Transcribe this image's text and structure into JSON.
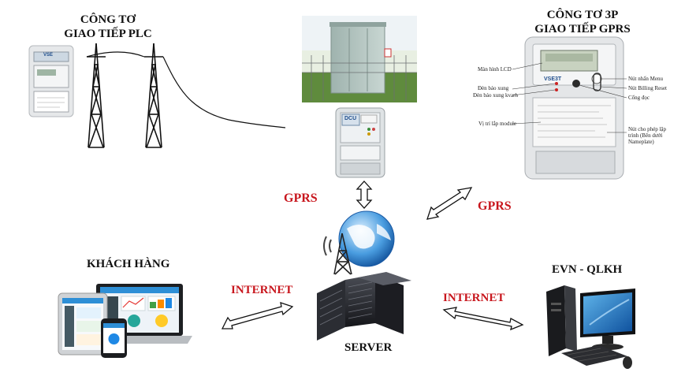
{
  "labels": {
    "plc_meter_line1": "CÔNG TƠ",
    "plc_meter_line2": "GIAO TIẾP PLC",
    "gprs_meter_line1": "CÔNG TƠ 3P",
    "gprs_meter_line2": "GIAO TIẾP GPRS",
    "gprs_left": "GPRS",
    "gprs_right": "GPRS",
    "customer": "KHÁCH HÀNG",
    "internet_left": "INTERNET",
    "internet_right": "INTERNET",
    "evn": "EVN - QLKH",
    "server": "SERVER"
  },
  "devices": {
    "dcu_label": "DCU",
    "plc_meter_brand": "VSE",
    "gprs_meter_brand": "VSE3T"
  },
  "meter_annotations": {
    "lcd": "Màn hình LCD",
    "pulse_led": "Đèn báo xung",
    "pulse_kvarh": "Đèn báo xung kvarh",
    "module_pos": "Vị trí lắp module",
    "menu_btn": "Nút nhấn Menu",
    "billing_btn": "Nút Billing Reset",
    "optical_port": "Cổng đọc",
    "program_btn": "Nút cho phép lập trình (Bên dưới Nameplate)"
  },
  "colors": {
    "label_red": "#c8161d",
    "label_black": "#111111"
  }
}
